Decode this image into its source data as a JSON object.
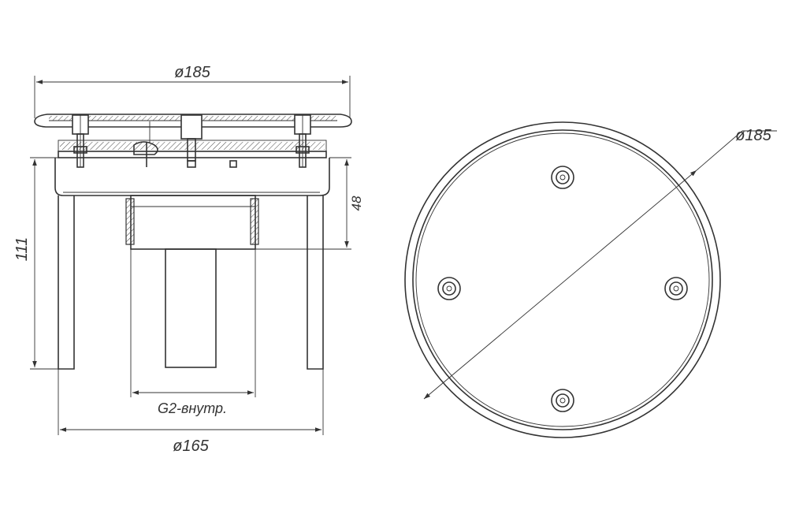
{
  "side_view": {
    "top_diameter": "ø185",
    "bottom_diameter": "ø165",
    "height": "111",
    "depth": "48",
    "thread": "G2-внутр."
  },
  "plan_view": {
    "diameter": "ø185",
    "bolt_count": 4
  }
}
